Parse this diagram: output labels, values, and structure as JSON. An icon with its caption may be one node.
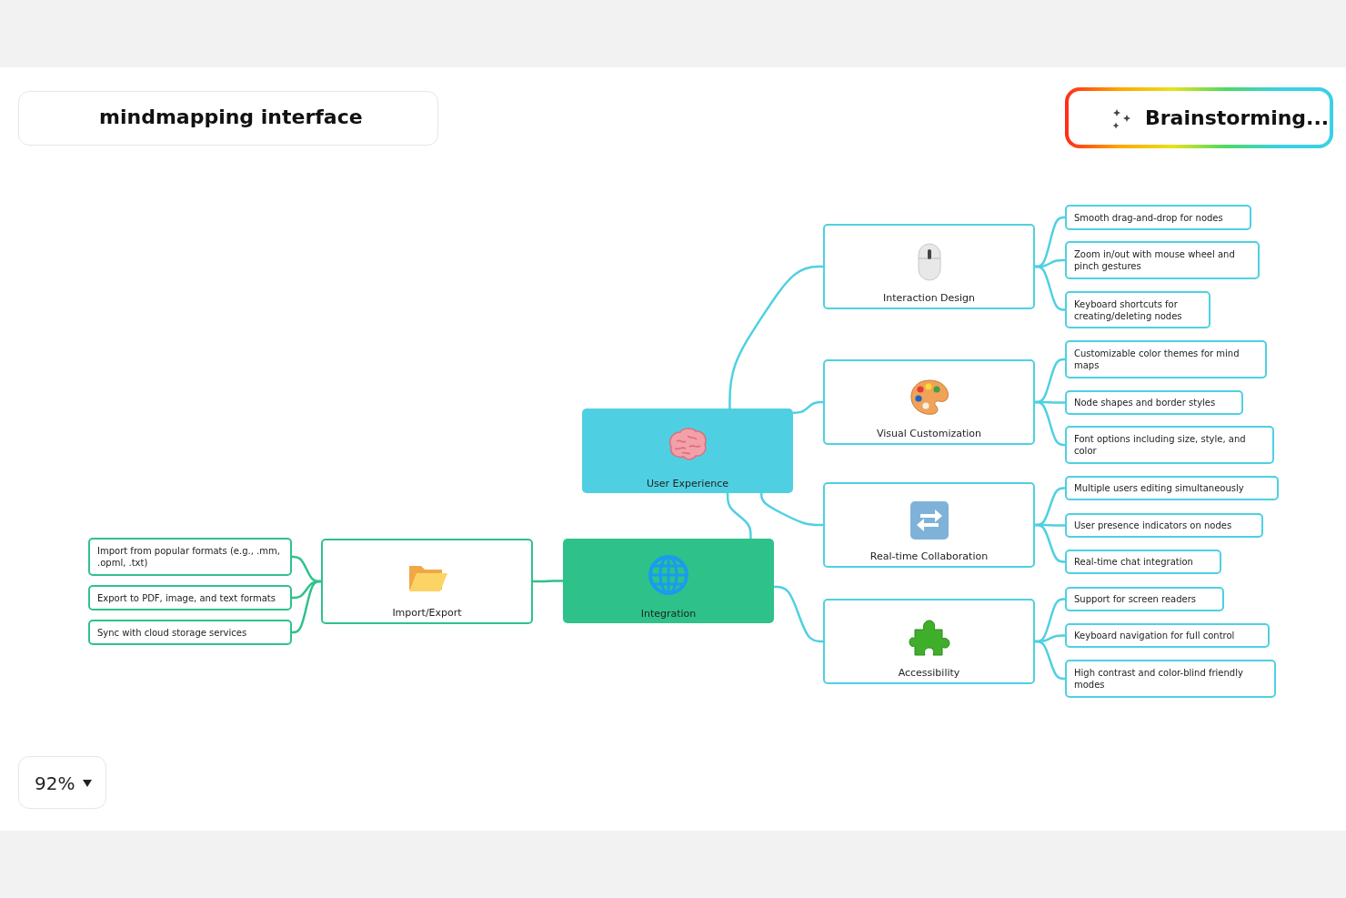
{
  "diagram": {
    "title": "mindmapping interface",
    "nodes": [
      {
        "text": [
          "Integration"
        ]
      },
      {
        "text": [
          "User Experience"
        ]
      },
      {
        "text": [
          "Interaction Design"
        ]
      },
      {
        "text": [
          "Visual Customization"
        ]
      },
      {
        "text": [
          "Real-time Collaboration"
        ]
      },
      {
        "text": [
          "Accessibility"
        ]
      },
      {
        "text": [
          "Smooth drag-and-drop for nodes"
        ]
      },
      {
        "text": [
          "Zoom in/out with mouse wheel and pinch gestures"
        ]
      },
      {
        "text": [
          "Keyboard shortcuts for creating/deleting nodes"
        ]
      },
      {
        "text": [
          "Customizable color themes for mind maps"
        ]
      },
      {
        "text": [
          "Node shapes and border styles"
        ]
      },
      {
        "text": [
          "Font options including size, style, and color"
        ]
      },
      {
        "text": [
          "Multiple users editing simultaneously"
        ]
      },
      {
        "text": [
          "User presence indicators on nodes"
        ]
      },
      {
        "text": [
          "Real-time chat integration"
        ]
      },
      {
        "text": [
          "Support for screen readers"
        ]
      },
      {
        "text": [
          "Keyboard navigation for full control"
        ]
      },
      {
        "text": [
          "High contrast and color-blind friendly modes"
        ]
      },
      {
        "text": [
          "Import/Export"
        ]
      },
      {
        "text": [
          "Import from popular formats (e.g., .mm, .opml, .txt)"
        ]
      },
      {
        "text": [
          "Export to PDF, image, and text formats"
        ]
      },
      {
        "text": [
          "Sync with cloud storage services"
        ]
      }
    ],
    "edges": [
      {
        "from": 0,
        "to": 1,
        "arrow": "none"
      },
      {
        "from": 1,
        "to": 2,
        "arrow": "none"
      },
      {
        "from": 1,
        "to": 3,
        "arrow": "none"
      },
      {
        "from": 1,
        "to": 4,
        "arrow": "none"
      },
      {
        "from": 0,
        "to": 5,
        "arrow": "none"
      },
      {
        "from": 0,
        "to": 18,
        "arrow": "none",
        "color": "#2ec28a"
      },
      {
        "from": 2,
        "to": 6,
        "arrow": "none"
      },
      {
        "from": 2,
        "to": 7,
        "arrow": "none"
      },
      {
        "from": 2,
        "to": 8,
        "arrow": "none"
      },
      {
        "from": 3,
        "to": 9,
        "arrow": "none"
      },
      {
        "from": 3,
        "to": 10,
        "arrow": "none"
      },
      {
        "from": 3,
        "to": 11,
        "arrow": "none"
      },
      {
        "from": 4,
        "to": 12,
        "arrow": "none"
      },
      {
        "from": 4,
        "to": 13,
        "arrow": "none"
      },
      {
        "from": 4,
        "to": 14,
        "arrow": "none"
      },
      {
        "from": 5,
        "to": 15,
        "arrow": "none"
      },
      {
        "from": 5,
        "to": 16,
        "arrow": "none"
      },
      {
        "from": 5,
        "to": 17,
        "arrow": "none"
      },
      {
        "from": 18,
        "to": 19,
        "arrow": "none",
        "color": "#2ec28a"
      },
      {
        "from": 18,
        "to": 20,
        "arrow": "none",
        "color": "#2ec28a"
      },
      {
        "from": 18,
        "to": 21,
        "arrow": "none",
        "color": "#2ec28a"
      }
    ],
    "labels": [
      "Brainstorming...",
      "92%"
    ]
  }
}
